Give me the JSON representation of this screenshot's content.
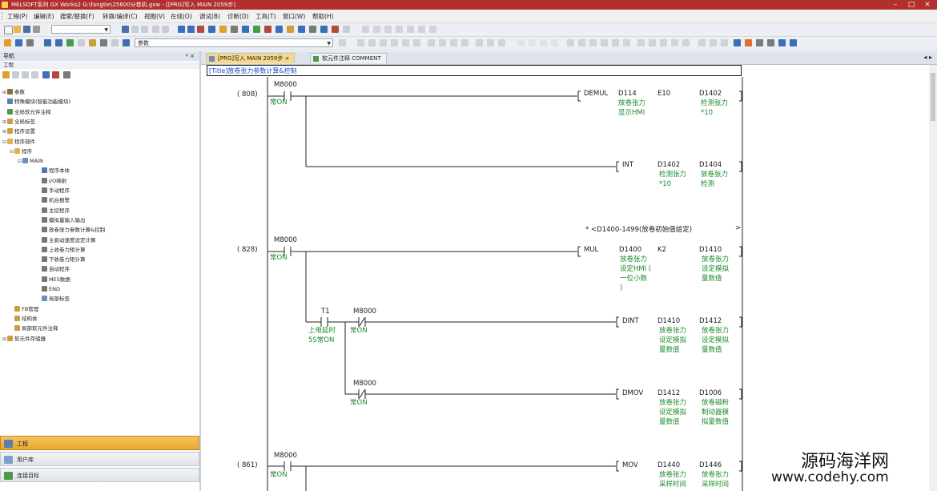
{
  "window": {
    "title": "MELSOFT系列 GX Works2 G:\\fangtie\\25600分卷机.gxw - [[PRG]写入 MAIN 2059步]",
    "controls": [
      "–",
      "□",
      "×"
    ]
  },
  "menu": [
    "工程(P)",
    "编辑(E)",
    "搜索/替换(F)",
    "转换/编译(C)",
    "视图(V)",
    "在线(O)",
    "调试(B)",
    "诊断(D)",
    "工具(T)",
    "窗口(W)",
    "帮助(H)"
  ],
  "toolbar": {
    "combo1_value": "",
    "combo2_value": "参数"
  },
  "nav": {
    "header": "导航",
    "pin": "ᵠ ×",
    "subheader": "工程",
    "tree": [
      {
        "label": "参数",
        "level": 1,
        "exp": "⊞",
        "color": "#8a6d3b"
      },
      {
        "label": "特殊模块(智能功能模块)",
        "level": 1,
        "exp": "",
        "color": "#5b7fb5"
      },
      {
        "label": "全局软元件注释",
        "level": 1,
        "exp": "",
        "color": "#4a9a4a"
      },
      {
        "label": "全局标签",
        "level": 1,
        "exp": "⊞",
        "color": "#c8a040"
      },
      {
        "label": "程序设置",
        "level": 1,
        "exp": "⊞",
        "color": "#c8a040"
      },
      {
        "label": "程序部件",
        "level": 1,
        "exp": "⊟",
        "color": "#e0b040"
      },
      {
        "label": "程序",
        "level": 2,
        "exp": "⊟",
        "color": "#e0b040"
      },
      {
        "label": "MAIN",
        "level": 3,
        "exp": "⊟",
        "color": "#6c8fbf"
      },
      {
        "label": "程序本体",
        "level": 4,
        "exp": "",
        "color": "#5577aa"
      },
      {
        "label": "I/O映射",
        "level": 4,
        "exp": "",
        "color": "#777"
      },
      {
        "label": "手动程序",
        "level": 4,
        "exp": "",
        "color": "#777"
      },
      {
        "label": "机台报警",
        "level": 4,
        "exp": "",
        "color": "#777"
      },
      {
        "label": "主控程序",
        "level": 4,
        "exp": "",
        "color": "#777"
      },
      {
        "label": "模拟量输入输出",
        "level": 4,
        "exp": "",
        "color": "#777"
      },
      {
        "label": "放卷张力参数计算&控制",
        "level": 4,
        "exp": "",
        "color": "#777"
      },
      {
        "label": "主驱动速度设定计算",
        "level": 4,
        "exp": "",
        "color": "#777"
      },
      {
        "label": "上收卷力矩计算",
        "level": 4,
        "exp": "",
        "color": "#777"
      },
      {
        "label": "下收卷力矩计算",
        "level": 4,
        "exp": "",
        "color": "#777"
      },
      {
        "label": "自动程序",
        "level": 4,
        "exp": "",
        "color": "#777"
      },
      {
        "label": "MES数据",
        "level": 4,
        "exp": "",
        "color": "#777"
      },
      {
        "label": "END",
        "level": 4,
        "exp": "",
        "color": "#777"
      },
      {
        "label": "局部标签",
        "level": 4,
        "exp": "",
        "color": "#6c8fbf"
      },
      {
        "label": "FB管理",
        "level": 2,
        "exp": "",
        "color": "#c8a040"
      },
      {
        "label": "结构体",
        "level": 2,
        "exp": "",
        "color": "#c8a040"
      },
      {
        "label": "局部软元件注释",
        "level": 2,
        "exp": "",
        "color": "#c8a040"
      },
      {
        "label": "软元件存储器",
        "level": 1,
        "exp": "⊞",
        "color": "#c8a040"
      }
    ],
    "bottom_buttons": [
      {
        "label": "工程",
        "active": true
      },
      {
        "label": "用户库",
        "active": false
      },
      {
        "label": "连接目标",
        "active": false
      }
    ]
  },
  "tabs": [
    {
      "label": "[PRG]写入 MAIN 2059步",
      "active": true
    },
    {
      "label": "软元件注释 COMMENT",
      "active": false
    }
  ],
  "tab_arrows": "◂ ▸",
  "ladder": {
    "title": "[Title]放卷张力参数计算&控制",
    "rungs": {
      "r808": {
        "step": "( 808)",
        "contact": "M8000",
        "contact_cmt": "常ON"
      },
      "r828": {
        "step": "( 828)",
        "contact": "M8000",
        "contact_cmt": "常ON"
      },
      "r861": {
        "step": "( 861)",
        "contact": "M8000",
        "contact_cmt": "常ON"
      }
    },
    "instr": {
      "demul": {
        "op": "DEMUL",
        "a": "D114",
        "a_cmt": "放卷张力\n显示HMI",
        "b": "E10",
        "c": "D1402",
        "c_cmt": "检测张力\n*10"
      },
      "int": {
        "op": "INT",
        "a": "D1402",
        "a_cmt": "检测张力\n*10",
        "b": "D1404",
        "b_cmt": "放卷张力\n检测"
      },
      "mul": {
        "op": "MUL",
        "a": "D1400",
        "a_cmt": "放卷张力\n设定HMI (\n一位小数\n)",
        "b": "K2",
        "c": "D1410",
        "c_cmt": "放卷张力\n设定模拟\n量数值"
      },
      "dint": {
        "op": "DINT",
        "a": "D1410",
        "a_cmt": "放卷张力\n设定模拟\n量数值",
        "b": "D1412",
        "b_cmt": "放卷张力\n设定模拟\n量数值"
      },
      "dmov": {
        "op": "DMOV",
        "a": "D1412",
        "a_cmt": "放卷张力\n设定模拟\n量数值",
        "b": "D1006",
        "b_cmt": "放卷磁粉\n制动器模\n拟量数值"
      },
      "mov": {
        "op": "MOV",
        "a": "D1440",
        "a_cmt": "放卷张力\n采样时间",
        "b": "D1446",
        "b_cmt": "放卷张力\n采样时间"
      }
    },
    "t1": {
      "label": "T1",
      "cmt": "上电延时\n5S常ON"
    },
    "m8000b": {
      "label": "M8000",
      "cmt": "常ON"
    },
    "m8000c": {
      "label": "M8000",
      "cmt": "常ON"
    },
    "comment_line": "* <D1400-1499(放卷初始值给定)",
    "comment_arrow": ">"
  },
  "watermark": {
    "line1": "源码海洋网",
    "line2": "www.codehy.com"
  }
}
